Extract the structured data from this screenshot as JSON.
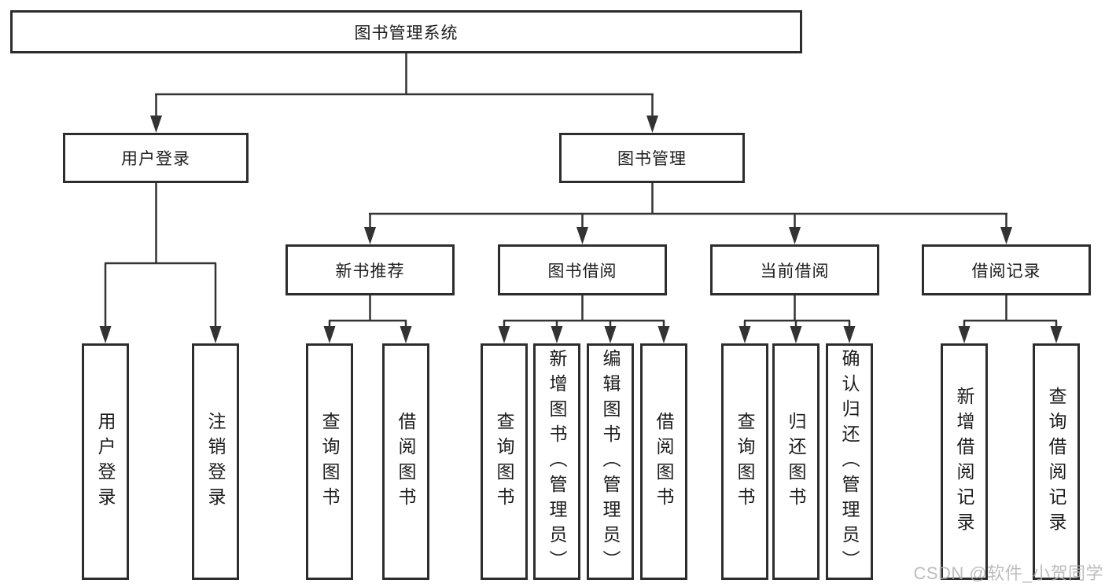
{
  "tree": {
    "label": "图书管理系统",
    "children": [
      {
        "label": "用户登录",
        "children": [
          {
            "label": "用户登录"
          },
          {
            "label": "注销登录"
          }
        ]
      },
      {
        "label": "图书管理",
        "children": [
          {
            "label": "新书推荐",
            "children": [
              {
                "label": "查询图书"
              },
              {
                "label": "借阅图书"
              }
            ]
          },
          {
            "label": "图书借阅",
            "children": [
              {
                "label": "查询图书"
              },
              {
                "label": "新增图书（管理员）"
              },
              {
                "label": "编辑图书（管理员）"
              },
              {
                "label": "借阅图书"
              }
            ]
          },
          {
            "label": "当前借阅",
            "children": [
              {
                "label": "查询图书"
              },
              {
                "label": "归还图书"
              },
              {
                "label": "确认归还（管理员）"
              }
            ]
          },
          {
            "label": "借阅记录",
            "children": [
              {
                "label": "新增借阅记录"
              },
              {
                "label": "查询借阅记录"
              }
            ]
          }
        ]
      }
    ]
  },
  "watermark": "CSDN @软件_小贺同学",
  "colors": {
    "line": "#333333",
    "border": "#2d2d2d",
    "box_bg": "#ffffff",
    "text": "#1c1c1c",
    "watermark": "#b2b2b2"
  }
}
